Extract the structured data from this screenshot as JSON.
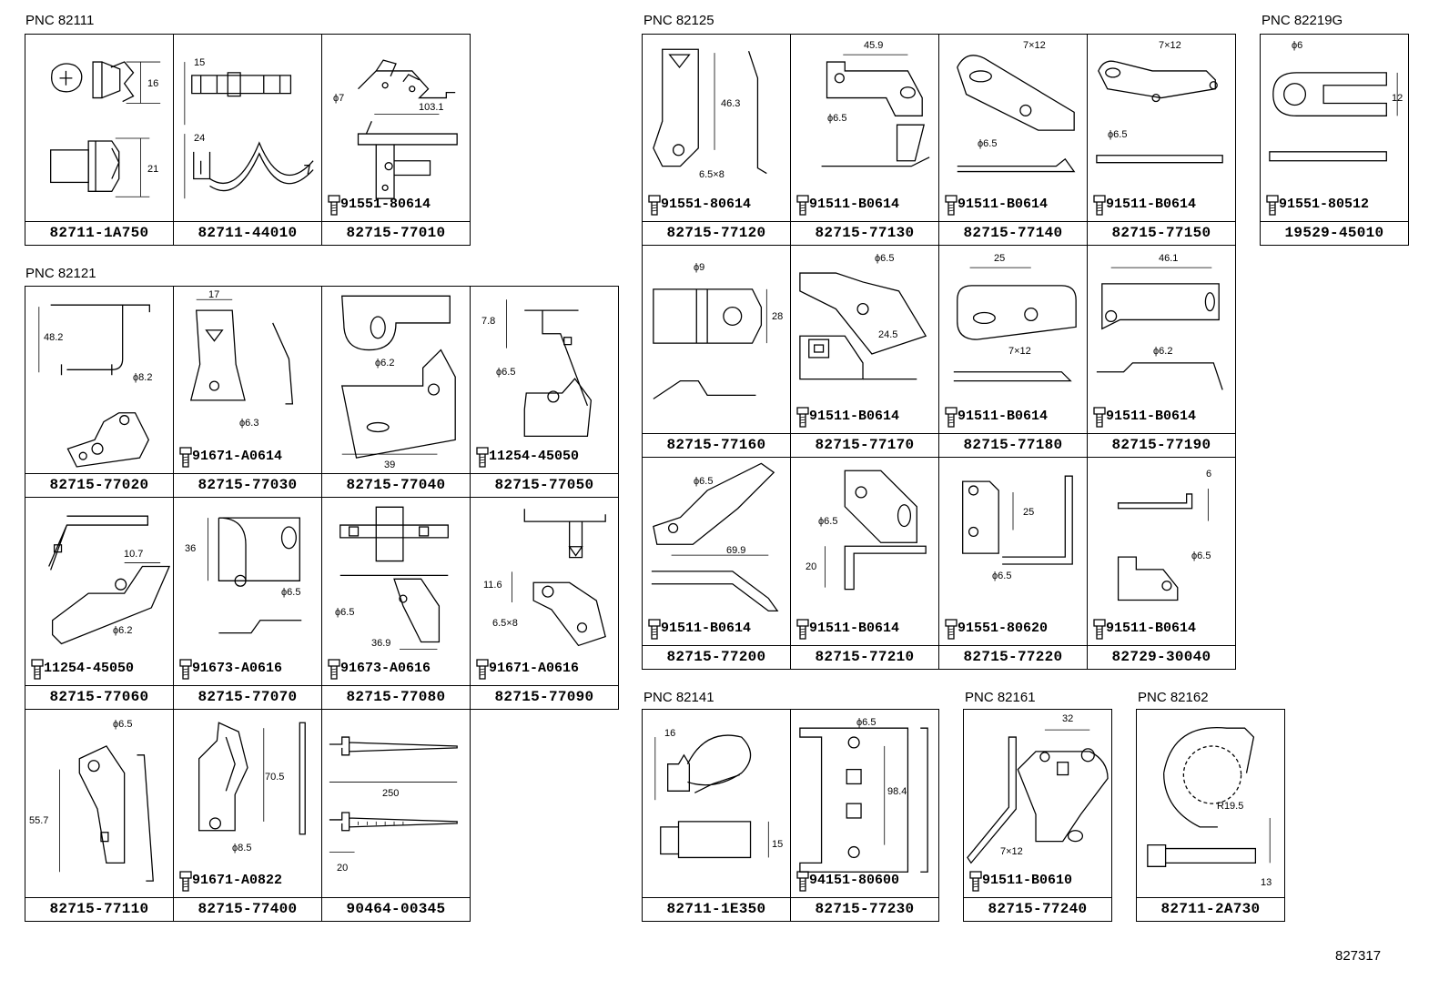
{
  "groups": [
    {
      "pnc": "PNC 82111",
      "cells": [
        {
          "part": "82711-1A750",
          "dims": [
            "16",
            "21"
          ]
        },
        {
          "part": "82711-44010",
          "dims": [
            "15",
            "24"
          ]
        },
        {
          "part": "82715-77010",
          "bolt": "91551-80614",
          "dims": [
            "ϕ7",
            "103.1"
          ]
        }
      ]
    },
    {
      "pnc": "PNC 82121",
      "cells": [
        {
          "part": "82715-77020",
          "dims": [
            "48.2",
            "ϕ8.2"
          ]
        },
        {
          "part": "82715-77030",
          "bolt": "91671-A0614",
          "dims": [
            "17",
            "ϕ6.3"
          ]
        },
        {
          "part": "82715-77040",
          "dims": [
            "ϕ6.2",
            "39"
          ]
        },
        {
          "part": "82715-77050",
          "bolt": "11254-45050",
          "dims": [
            "7.8",
            "ϕ6.5"
          ]
        },
        {
          "part": "82715-77060",
          "bolt": "11254-45050",
          "dims": [
            "10.7",
            "ϕ6.2"
          ]
        },
        {
          "part": "82715-77070",
          "bolt": "91673-A0616",
          "dims": [
            "36",
            "ϕ6.5"
          ]
        },
        {
          "part": "82715-77080",
          "bolt": "91673-A0616",
          "dims": [
            "ϕ6.5",
            "36.9"
          ]
        },
        {
          "part": "82715-77090",
          "bolt": "91671-A0616",
          "dims": [
            "11.6",
            "6.5×8"
          ]
        },
        {
          "part": "82715-77110",
          "dims": [
            "ϕ6.5",
            "55.7"
          ]
        },
        {
          "part": "82715-77400",
          "bolt": "91671-A0822",
          "dims": [
            "70.5",
            "ϕ8.5"
          ]
        },
        {
          "part": "90464-00345",
          "dims": [
            "250",
            "20"
          ]
        }
      ]
    },
    {
      "pnc": "PNC 82125",
      "cells": [
        {
          "part": "82715-77120",
          "bolt": "91551-80614",
          "dims": [
            "46.3",
            "6.5×8"
          ]
        },
        {
          "part": "82715-77130",
          "bolt": "91511-B0614",
          "dims": [
            "45.9",
            "ϕ6.5"
          ]
        },
        {
          "part": "82715-77140",
          "bolt": "91511-B0614",
          "dims": [
            "7×12",
            "ϕ6.5"
          ]
        },
        {
          "part": "82715-77150",
          "bolt": "91511-B0614",
          "dims": [
            "7×12",
            "ϕ6.5"
          ]
        },
        {
          "part": "82715-77160",
          "dims": [
            "ϕ9",
            "28"
          ]
        },
        {
          "part": "82715-77170",
          "bolt": "91511-B0614",
          "dims": [
            "ϕ6.5",
            "24.5"
          ]
        },
        {
          "part": "82715-77180",
          "bolt": "91511-B0614",
          "dims": [
            "25",
            "7×12"
          ]
        },
        {
          "part": "82715-77190",
          "bolt": "91511-B0614",
          "dims": [
            "46.1",
            "ϕ6.2"
          ]
        },
        {
          "part": "82715-77200",
          "bolt": "91511-B0614",
          "dims": [
            "ϕ6.5",
            "69.9"
          ]
        },
        {
          "part": "82715-77210",
          "bolt": "91511-B0614",
          "dims": [
            "ϕ6.5",
            "20"
          ]
        },
        {
          "part": "82715-77220",
          "bolt": "91551-80620",
          "dims": [
            "25",
            "ϕ6.5"
          ]
        },
        {
          "part": "82729-30040",
          "bolt": "91511-B0614",
          "dims": [
            "6",
            "ϕ6.5"
          ]
        }
      ]
    },
    {
      "pnc": "PNC 82219G",
      "cells": [
        {
          "part": "19529-45010",
          "bolt": "91551-80512",
          "dims": [
            "ϕ6",
            "12"
          ]
        }
      ]
    },
    {
      "pnc": "PNC 82141",
      "cells": [
        {
          "part": "82711-1E350",
          "dims": [
            "16",
            "15"
          ]
        },
        {
          "part": "82715-77230",
          "bolt": "94151-80600",
          "dims": [
            "ϕ6.5",
            "98.4"
          ]
        }
      ]
    },
    {
      "pnc": "PNC 82161",
      "cells": [
        {
          "part": "82715-77240",
          "bolt": "91511-B0610",
          "dims": [
            "32",
            "7×12"
          ]
        }
      ]
    },
    {
      "pnc": "PNC 82162",
      "cells": [
        {
          "part": "82711-2A730",
          "dims": [
            "R19.5",
            "13"
          ]
        }
      ]
    }
  ],
  "reference_number": "827317"
}
